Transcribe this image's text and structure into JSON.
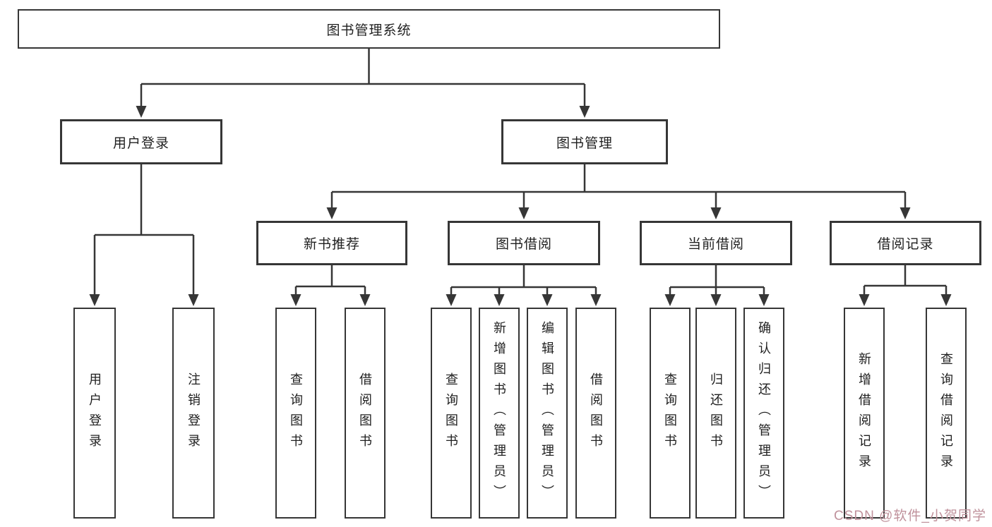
{
  "tree": {
    "root": "图书管理系统",
    "branches": [
      {
        "label": "用户登录",
        "children": [
          {
            "label": "用户登录"
          },
          {
            "label": "注销登录"
          }
        ]
      },
      {
        "label": "图书管理",
        "children": [
          {
            "label": "新书推荐",
            "children": [
              {
                "label": "查询图书"
              },
              {
                "label": "借阅图书"
              }
            ]
          },
          {
            "label": "图书借阅",
            "children": [
              {
                "label": "查询图书"
              },
              {
                "label": "新增图书（管理员）"
              },
              {
                "label": "编辑图书（管理员）"
              },
              {
                "label": "借阅图书"
              }
            ]
          },
          {
            "label": "当前借阅",
            "children": [
              {
                "label": "查询图书"
              },
              {
                "label": "归还图书"
              },
              {
                "label": "确认归还（管理员）"
              }
            ]
          },
          {
            "label": "借阅记录",
            "children": [
              {
                "label": "新增借阅记录"
              },
              {
                "label": "查询借阅记录"
              }
            ]
          }
        ]
      }
    ]
  },
  "watermark": {
    "text": "CSDN @软件_小贺同学"
  },
  "colors": {
    "line": "#363636",
    "box_border": "#363636",
    "text": "#1f1f1f",
    "watermark": "#c0929c",
    "background": "#ffffff"
  }
}
